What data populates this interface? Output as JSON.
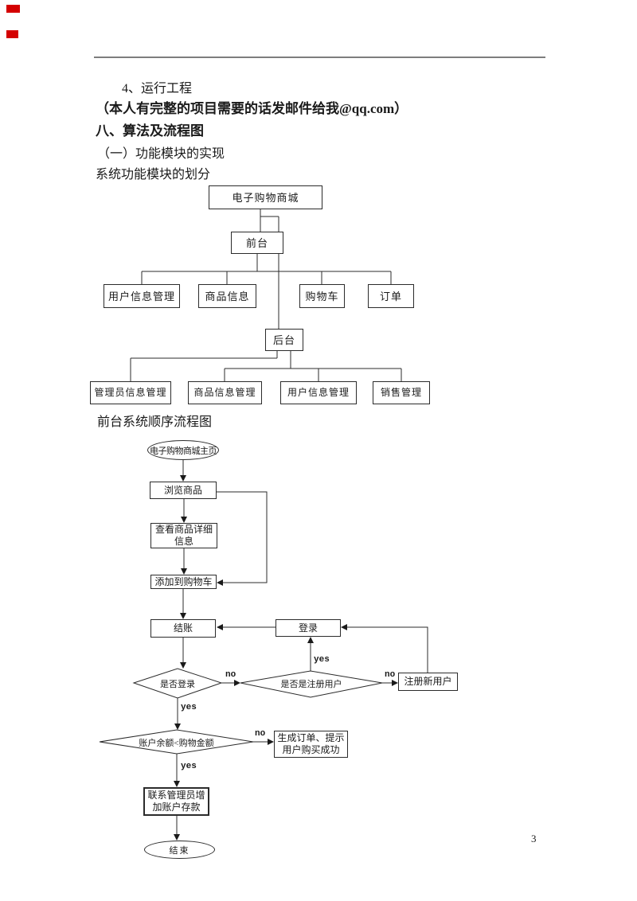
{
  "document": {
    "heading_item": "4、运行工程",
    "note_bold": "（本人有完整的项目需要的话发邮件给我@qq.com）",
    "section_title": "八、算法及流程图",
    "subsection_title": "（一）功能模块的实现",
    "subtitle_module": "系统功能模块的划分",
    "subtitle_flow": "前台系统顺序流程图",
    "page_number": "3"
  },
  "module_chart": {
    "root": "电子购物商城",
    "front": "前台",
    "front_children": [
      "用户信息管理",
      "商品信息",
      "购物车",
      "订单"
    ],
    "back": "后台",
    "back_children": [
      "管理员信息管理",
      "商品信息管理",
      "用户信息管理",
      "销售管理"
    ]
  },
  "flowchart": {
    "start": "电子购物商城主页",
    "browse": "浏览商品",
    "view_detail": "查看商品详细信息",
    "add_to_cart": "添加到购物车",
    "checkout": "结账",
    "login": "登录",
    "decision_login": "是否登录",
    "decision_registered": "是否是注册用户",
    "register_new": "注册新用户",
    "decision_balance": "账户余额<购物金额",
    "generate_order": "生成订单、提示用户购买成功",
    "contact_admin": "联系管理员增加账户存款",
    "end": "结束",
    "label_yes": "yes",
    "label_no": "no"
  },
  "colors": {
    "accent_mark": "#d40000",
    "rule": "#7d7d7d"
  }
}
